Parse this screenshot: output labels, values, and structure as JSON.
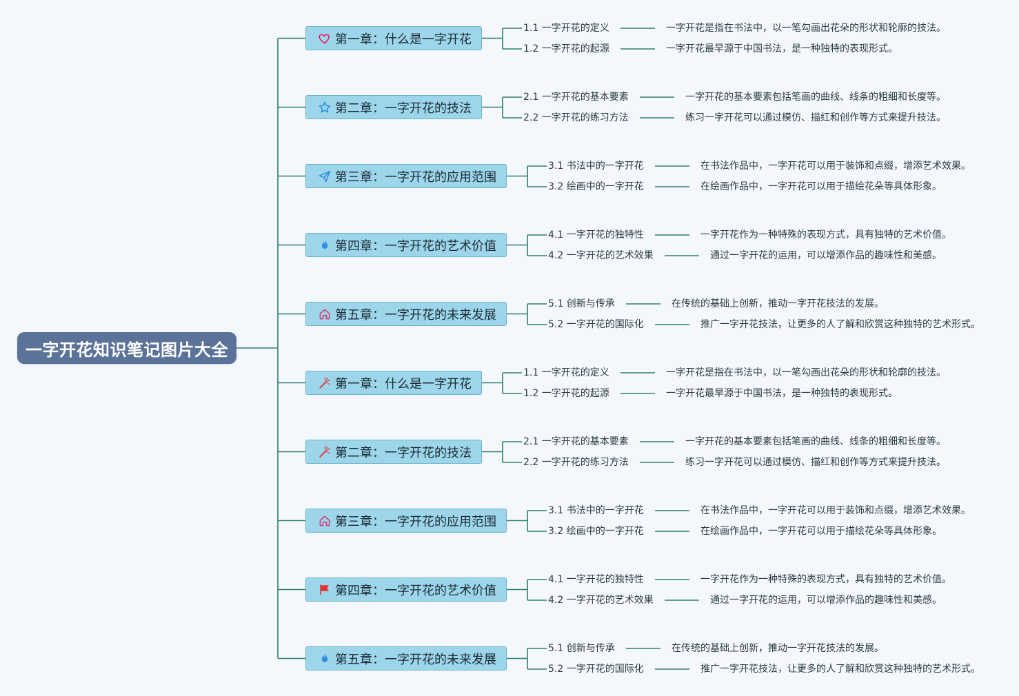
{
  "title": "一字开花知识笔记图片大全",
  "colors": {
    "line": "#2e7d6b",
    "root_bg": "#5b7399",
    "chapter_bg": "#9dd6ea",
    "chapter_border": "#6cb4cd"
  },
  "chapters": [
    {
      "icon": "heart-icon",
      "label": "第一章：什么是一字开花",
      "items": [
        {
          "label": "1.1 一字开花的定义",
          "desc": "一字开花是指在书法中，以一笔勾画出花朵的形状和轮廓的技法。"
        },
        {
          "label": "1.2 一字开花的起源",
          "desc": "一字开花最早源于中国书法，是一种独特的表现形式。"
        }
      ]
    },
    {
      "icon": "star-icon",
      "label": "第二章：一字开花的技法",
      "items": [
        {
          "label": "2.1 一字开花的基本要素",
          "desc": "一字开花的基本要素包括笔画的曲线、线条的粗细和长度等。"
        },
        {
          "label": "2.2 一字开花的练习方法",
          "desc": "练习一字开花可以通过模仿、描红和创作等方式来提升技法。"
        }
      ]
    },
    {
      "icon": "paper-plane-icon",
      "label": "第三章：一字开花的应用范围",
      "items": [
        {
          "label": "3.1 书法中的一字开花",
          "desc": "在书法作品中，一字开花可以用于装饰和点缀，增添艺术效果。"
        },
        {
          "label": "3.2 绘画中的一字开花",
          "desc": "在绘画作品中，一字开花可以用于描绘花朵等具体形象。"
        }
      ]
    },
    {
      "icon": "fire-icon",
      "label": "第四章：一字开花的艺术价值",
      "items": [
        {
          "label": "4.1 一字开花的独特性",
          "desc": "一字开花作为一种特殊的表现方式，具有独特的艺术价值。"
        },
        {
          "label": "4.2 一字开花的艺术效果",
          "desc": "通过一字开花的运用，可以增添作品的趣味性和美感。"
        }
      ]
    },
    {
      "icon": "home-icon",
      "label": "第五章：一字开花的未来发展",
      "items": [
        {
          "label": "5.1 创新与传承",
          "desc": "在传统的基础上创新，推动一字开花技法的发展。"
        },
        {
          "label": "5.2 一字开花的国际化",
          "desc": "推广一字开花技法，让更多的人了解和欣赏这种独特的艺术形式。"
        }
      ]
    },
    {
      "icon": "magic-wand-icon",
      "label": "第一章：什么是一字开花",
      "items": [
        {
          "label": "1.1 一字开花的定义",
          "desc": "一字开花是指在书法中，以一笔勾画出花朵的形状和轮廓的技法。"
        },
        {
          "label": "1.2 一字开花的起源",
          "desc": "一字开花最早源于中国书法，是一种独特的表现形式。"
        }
      ]
    },
    {
      "icon": "magic-wand-icon",
      "label": "第二章：一字开花的技法",
      "items": [
        {
          "label": "2.1 一字开花的基本要素",
          "desc": "一字开花的基本要素包括笔画的曲线、线条的粗细和长度等。"
        },
        {
          "label": "2.2 一字开花的练习方法",
          "desc": "练习一字开花可以通过模仿、描红和创作等方式来提升技法。"
        }
      ]
    },
    {
      "icon": "home-icon",
      "label": "第三章：一字开花的应用范围",
      "items": [
        {
          "label": "3.1 书法中的一字开花",
          "desc": "在书法作品中，一字开花可以用于装饰和点缀，增添艺术效果。"
        },
        {
          "label": "3.2 绘画中的一字开花",
          "desc": "在绘画作品中，一字开花可以用于描绘花朵等具体形象。"
        }
      ]
    },
    {
      "icon": "flag-icon",
      "label": "第四章：一字开花的艺术价值",
      "items": [
        {
          "label": "4.1 一字开花的独特性",
          "desc": "一字开花作为一种特殊的表现方式，具有独特的艺术价值。"
        },
        {
          "label": "4.2 一字开花的艺术效果",
          "desc": "通过一字开花的运用，可以增添作品的趣味性和美感。"
        }
      ]
    },
    {
      "icon": "fire-icon",
      "label": "第五章：一字开花的未来发展",
      "items": [
        {
          "label": "5.1 创新与传承",
          "desc": "在传统的基础上创新，推动一字开花技法的发展。"
        },
        {
          "label": "5.2 一字开花的国际化",
          "desc": "推广一字开花技法，让更多的人了解和欣赏这种独特的艺术形式。"
        }
      ]
    }
  ]
}
